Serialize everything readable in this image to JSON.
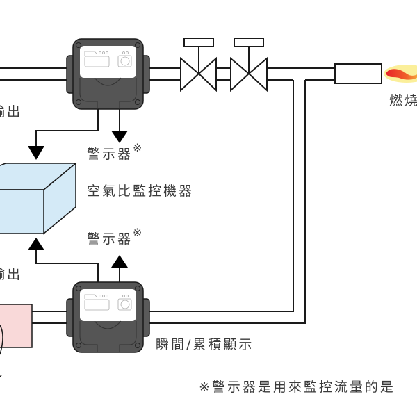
{
  "diagram": {
    "type": "process-flow",
    "labels": {
      "output_top": "輸出",
      "alarm_top": "警示器",
      "alarm_top_mark": "※",
      "air_ratio_monitor": "空氣比監控機器",
      "alarm_bottom": "警示器",
      "alarm_bottom_mark": "※",
      "output_bottom": "輸出",
      "display_mode": "瞬間/累積顯示",
      "burner": "燃燒",
      "footnote": "※警示器是用來監控流量的是"
    },
    "components": {
      "flowmeter_top": "flowmeter",
      "flowmeter_bottom": "flowmeter",
      "valves": [
        "valve",
        "valve"
      ],
      "burner_nozzle": "burner-nozzle",
      "flame": "flame",
      "monitor_box": "air-ratio-monitor",
      "blower": "blower"
    },
    "colors": {
      "line": "#1a1a1a",
      "meter_body": "#555555",
      "meter_face": "#ffffff",
      "monitor_fill": "#d4eaf7",
      "blower_fill": "#f9d9d9",
      "flame_outer": "#fbef9a",
      "flame_inner": "#e8202a"
    }
  }
}
